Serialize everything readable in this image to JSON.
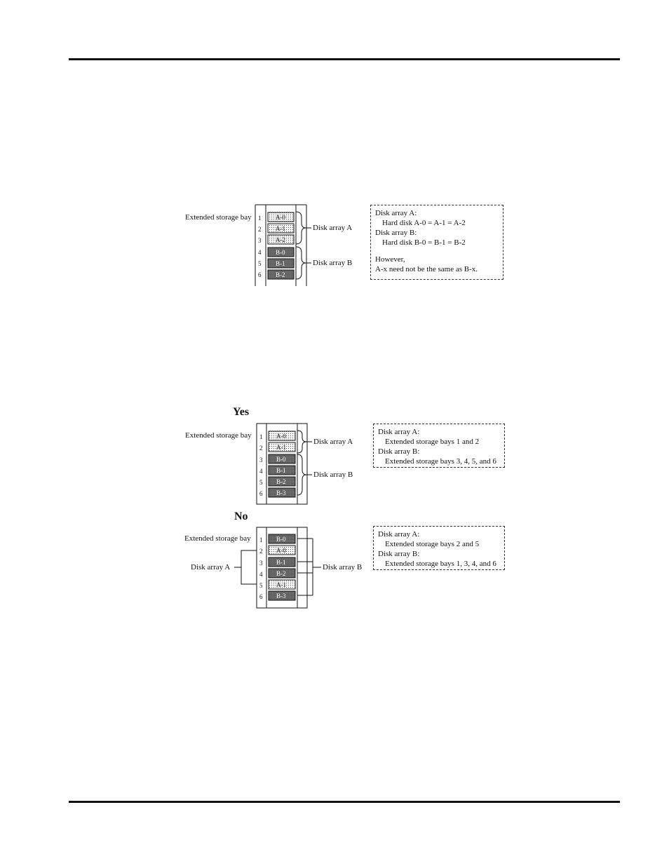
{
  "figure1": {
    "bay_label": "Extended storage bay",
    "bay_numbers": [
      "1",
      "2",
      "3",
      "4",
      "5",
      "6"
    ],
    "disk_labels": [
      "A-0",
      "A-1",
      "A-2",
      "B-0",
      "B-1",
      "B-2"
    ],
    "group_a_label": "Disk array A",
    "group_b_label": "Disk array B",
    "note": {
      "line1": "Disk array A:",
      "line2": "Hard disk A-0 = A-1 = A-2",
      "line3": "Disk array B:",
      "line4": "Hard disk B-0 = B-1 = B-2",
      "line5": "However,",
      "line6": "A-x need not be the same as B-x."
    }
  },
  "figure2": {
    "heading": "Yes",
    "bay_label": "Extended storage bay",
    "bay_numbers": [
      "1",
      "2",
      "3",
      "4",
      "5",
      "6"
    ],
    "disk_labels": [
      "A-0",
      "A-1",
      "B-0",
      "B-1",
      "B-2",
      "B-3"
    ],
    "group_a_label": "Disk array A",
    "group_b_label": "Disk array B",
    "note": {
      "line1": "Disk array A:",
      "line2": "Extended storage bays 1 and 2",
      "line3": "Disk array B:",
      "line4": "Extended storage bays 3, 4, 5, and 6"
    }
  },
  "figure3": {
    "heading": "No",
    "bay_label": "Extended storage bay",
    "bay_numbers": [
      "1",
      "2",
      "3",
      "4",
      "5",
      "6"
    ],
    "disk_labels": [
      "B-0",
      "A-0",
      "B-1",
      "B-2",
      "A-1",
      "B-3"
    ],
    "group_a_label": "Disk array A",
    "group_b_label": "Disk array B",
    "note": {
      "line1": "Disk array A:",
      "line2": "Extended storage bays 2 and 5",
      "line3": "Disk array B:",
      "line4": "Extended storage bays 1, 3, 4, and 6"
    }
  },
  "colors": {
    "disk_a_fill": "#e4e4e4",
    "disk_b_fill": "#6a6a6a",
    "line": "#111111"
  }
}
